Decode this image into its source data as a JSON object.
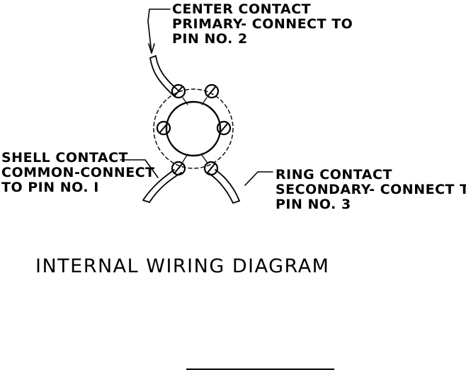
{
  "labels": {
    "center": {
      "line1": "CENTER CONTACT",
      "line2": "PRIMARY- CONNECT TO",
      "line3": "PIN NO. 2"
    },
    "shell": {
      "line1": "SHELL CONTACT",
      "line2": "COMMON-CONNECT",
      "line3": "TO PIN NO. I"
    },
    "ring": {
      "line1": "RING CONTACT",
      "line2": "SECONDARY- CONNECT TO",
      "line3": "PIN NO. 3"
    }
  },
  "caption": "INTERNAL WIRING DIAGRAM"
}
